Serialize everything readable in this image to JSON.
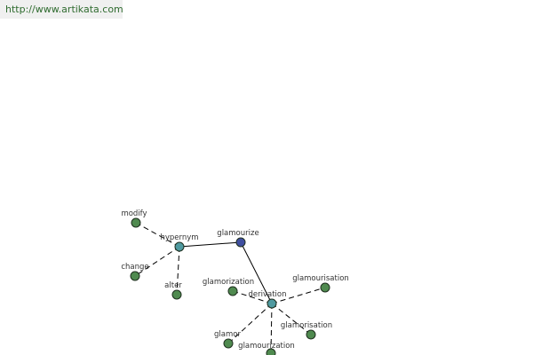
{
  "header": {
    "url": "http://www.artikata.com"
  },
  "colors": {
    "root": "#3f4fa0",
    "relation": "#4f9aa0",
    "leaf": "#4f8a4f",
    "url_text": "#2f6b2f"
  },
  "graph": {
    "nodes": [
      {
        "id": "glamourize",
        "label": "glamourize",
        "kind": "root"
      },
      {
        "id": "hypernym",
        "label": "hypernym",
        "kind": "relation"
      },
      {
        "id": "derivation",
        "label": "derivation",
        "kind": "relation"
      },
      {
        "id": "modify",
        "label": "modify",
        "kind": "leaf"
      },
      {
        "id": "change",
        "label": "change",
        "kind": "leaf"
      },
      {
        "id": "alter",
        "label": "alter",
        "kind": "leaf"
      },
      {
        "id": "glamorization",
        "label": "glamorization",
        "kind": "leaf"
      },
      {
        "id": "glamourisation",
        "label": "glamourisation",
        "kind": "leaf"
      },
      {
        "id": "glamorisation",
        "label": "glamorisation",
        "kind": "leaf"
      },
      {
        "id": "glamor",
        "label": "glamor",
        "kind": "leaf"
      },
      {
        "id": "glamourization",
        "label": "glamourization",
        "kind": "leaf"
      }
    ],
    "edges": [
      {
        "from": "glamourize",
        "to": "hypernym",
        "style": "solid"
      },
      {
        "from": "glamourize",
        "to": "derivation",
        "style": "solid"
      },
      {
        "from": "hypernym",
        "to": "modify",
        "style": "dashed"
      },
      {
        "from": "hypernym",
        "to": "change",
        "style": "dashed"
      },
      {
        "from": "hypernym",
        "to": "alter",
        "style": "dashed"
      },
      {
        "from": "derivation",
        "to": "glamorization",
        "style": "dashed"
      },
      {
        "from": "derivation",
        "to": "glamourisation",
        "style": "dashed"
      },
      {
        "from": "derivation",
        "to": "glamorisation",
        "style": "dashed"
      },
      {
        "from": "derivation",
        "to": "glamor",
        "style": "dashed"
      },
      {
        "from": "derivation",
        "to": "glamourization",
        "style": "dashed"
      }
    ]
  }
}
